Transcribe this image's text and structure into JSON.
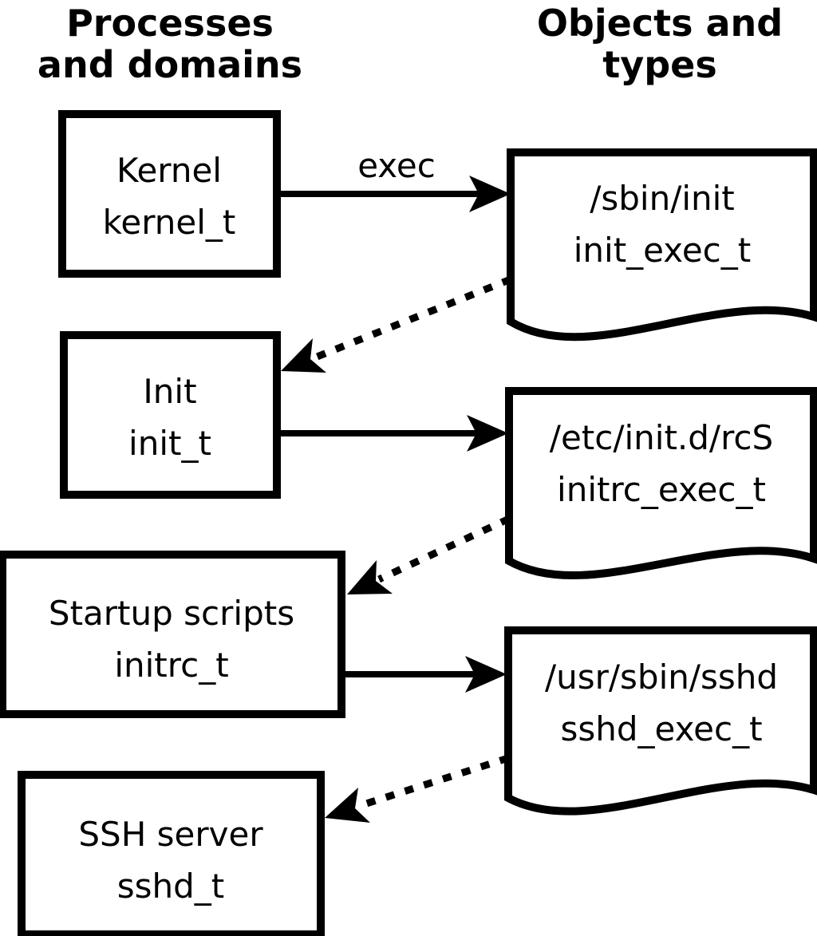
{
  "diagram": {
    "column_headings": {
      "left_line1": "Processes",
      "left_line2": "and domains",
      "right_line1": "Objects and",
      "right_line2": "types"
    },
    "process_boxes": [
      {
        "name": "Kernel",
        "domain": "kernel_t"
      },
      {
        "name": "Init",
        "domain": "init_t"
      },
      {
        "name": "Startup scripts",
        "domain": "initrc_t"
      },
      {
        "name": "SSH server",
        "domain": "sshd_t"
      }
    ],
    "object_documents": [
      {
        "path": "/sbin/init",
        "type": "init_exec_t"
      },
      {
        "path": "/etc/init.d/rcS",
        "type": "initrc_exec_t"
      },
      {
        "path": "/usr/sbin/sshd",
        "type": "sshd_exec_t"
      }
    ],
    "arrow_labels": {
      "exec": "exec"
    },
    "colors": {
      "line": "#000000",
      "fill": "#ffffff"
    }
  }
}
